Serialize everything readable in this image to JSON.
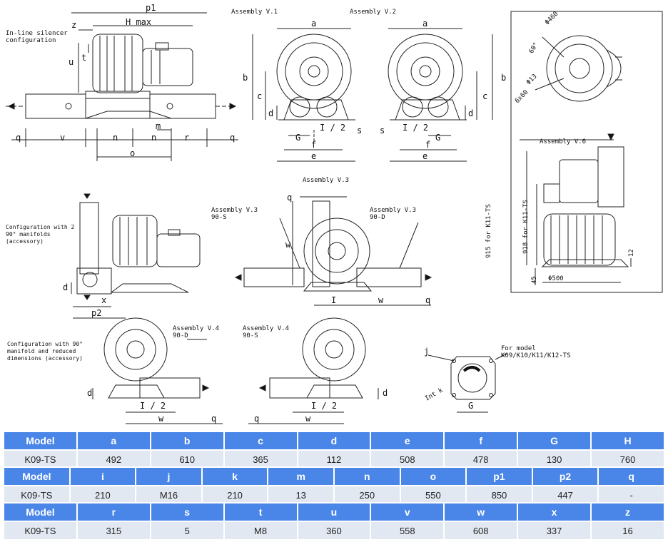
{
  "labels": {
    "inline_silencer": "In-line silencer\nconfiguration",
    "assembly_v1": "Assembly V.1",
    "assembly_v2": "Assembly V.2",
    "assembly_v3_top": "Assembly V.3",
    "assembly_v3_s": "Assembly V.3\n90-S",
    "assembly_v3_d": "Assembly V.3\n90-D",
    "assembly_v4_d": "Assembly V.4\n90-D",
    "assembly_v4_s": "Assembly V.4\n90-S",
    "assembly_v6": "Assembly V.6",
    "config_2_manifolds": "Configuration with 2\n90° manifolds\n(accessory)",
    "config_reduced": "Configuration with 90°\nmanifold and reduced\ndimensions (accessory)",
    "for_model": "For model\nK09/K10/K11/K12-TS",
    "dim_915": "915 for K11-TS",
    "dim_918": "918 for K11-TS",
    "dim_phi500": "Φ500",
    "dim_45": "45",
    "dim_12": "12",
    "dim_phi460": "Φ460",
    "dim_60deg": "60°",
    "dim_phi13": "Φ13",
    "dim_6x60": "6x60",
    "int_k": "Int k"
  },
  "dims": {
    "p1": "p1",
    "h_max": "H max",
    "z": "z",
    "t": "t",
    "u": "u",
    "q": "q",
    "v": "v",
    "n": "n",
    "m": "m",
    "r": "r",
    "o": "o",
    "a": "a",
    "b": "b",
    "c": "c",
    "d": "d",
    "s": "s",
    "g": "G",
    "i2": "I / 2",
    "f": "f",
    "e": "e",
    "x": "x",
    "p2": "p2",
    "w": "w",
    "i": "I",
    "j": "j"
  },
  "tables": [
    {
      "headers": [
        "Model",
        "a",
        "b",
        "c",
        "d",
        "e",
        "f",
        "G",
        "H"
      ],
      "values": [
        "K09-TS",
        "492",
        "610",
        "365",
        "112",
        "508",
        "478",
        "130",
        "760"
      ]
    },
    {
      "headers": [
        "Model",
        "i",
        "j",
        "k",
        "m",
        "n",
        "o",
        "p1",
        "p2",
        "q"
      ],
      "values": [
        "K09-TS",
        "210",
        "M16",
        "210",
        "13",
        "250",
        "550",
        "850",
        "447",
        "-"
      ]
    },
    {
      "headers": [
        "Model",
        "r",
        "s",
        "t",
        "u",
        "v",
        "w",
        "x",
        "z"
      ],
      "values": [
        "K09-TS",
        "315",
        "5",
        "M8",
        "360",
        "558",
        "608",
        "337",
        "16"
      ]
    }
  ]
}
